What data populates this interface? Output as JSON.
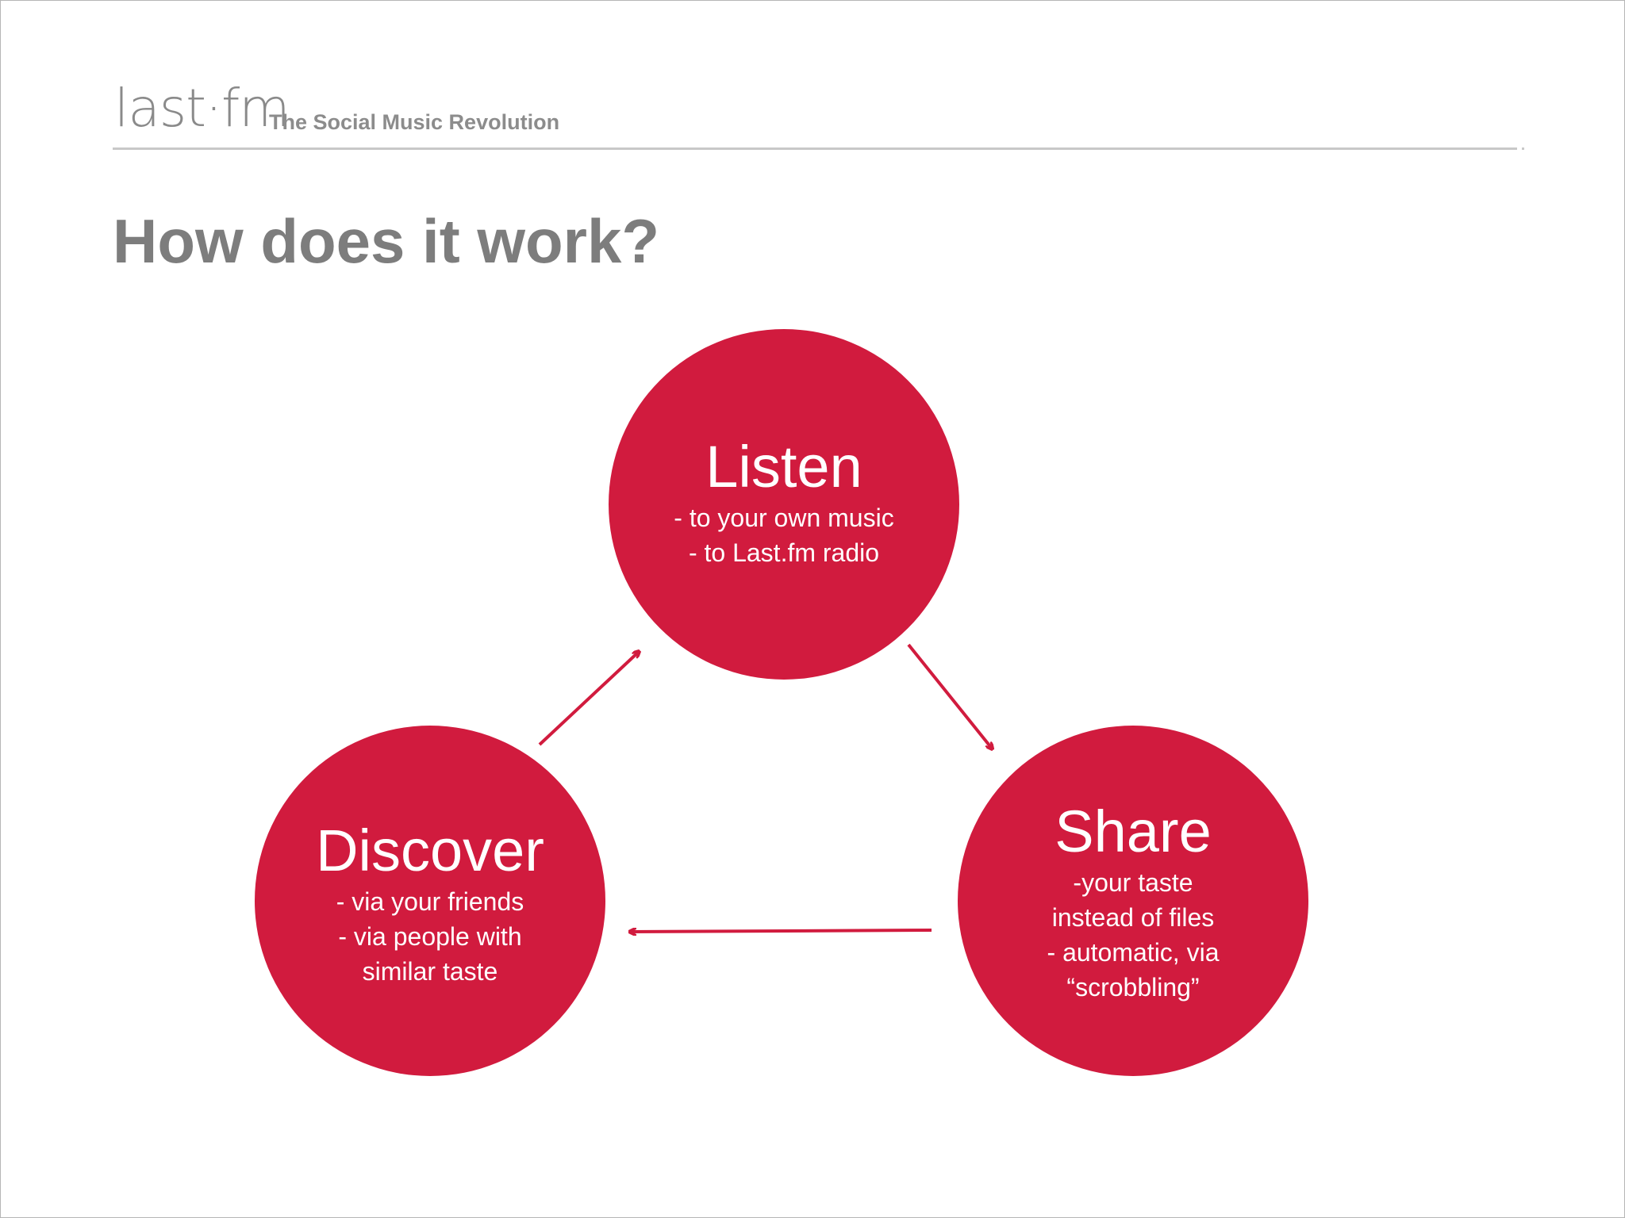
{
  "header": {
    "logo": "last·fm",
    "tagline": "The Social Music Revolution"
  },
  "page_title": "How does it work?",
  "cycle": {
    "listen": {
      "title": "Listen",
      "lines": [
        "- to your own music",
        "- to Last.fm radio"
      ]
    },
    "share": {
      "title": "Share",
      "lines": [
        "-your taste",
        "instead of files",
        "- automatic, via",
        "“scrobbling”"
      ]
    },
    "discover": {
      "title": "Discover",
      "lines": [
        "- via your friends",
        "- via people with",
        "similar taste"
      ]
    }
  },
  "colors": {
    "accent": "#d11b3e",
    "heading_gray": "#7d7d7d",
    "rule_gray": "#c8c8c8"
  }
}
